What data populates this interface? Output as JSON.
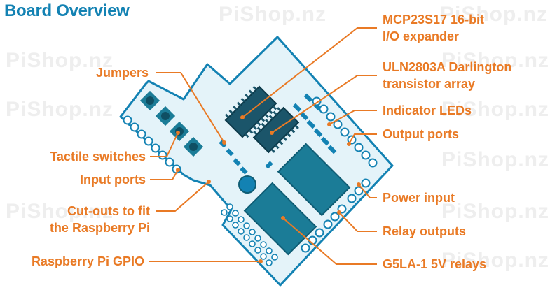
{
  "title": "Board Overview",
  "watermark": "PiShop.nz",
  "colors": {
    "title": "#1382b3",
    "label": "#e97a25",
    "board": "#e4f3f9",
    "board_outline": "#1382b3",
    "relay": "#1b7c97",
    "chip": "#1b556a",
    "terminal": "#1382b3"
  },
  "labels_left": {
    "jumpers": "Jumpers",
    "tactile_switches": "Tactile switches",
    "input_ports": "Input ports",
    "cutouts_line1": "Cut-outs to fit",
    "cutouts_line2": "the Raspberry Pi",
    "gpio": "Raspberry Pi GPIO"
  },
  "labels_right": {
    "mcp_line1": "MCP23S17 16-bit",
    "mcp_line2": "I/O expander",
    "uln_line1": "ULN2803A Darlington",
    "uln_line2": "transistor array",
    "indicator_leds": "Indicator LEDs",
    "output_ports": "Output ports",
    "power_input": "Power input",
    "relay_outputs": "Relay outputs",
    "relays": "G5LA-1 5V relays"
  }
}
